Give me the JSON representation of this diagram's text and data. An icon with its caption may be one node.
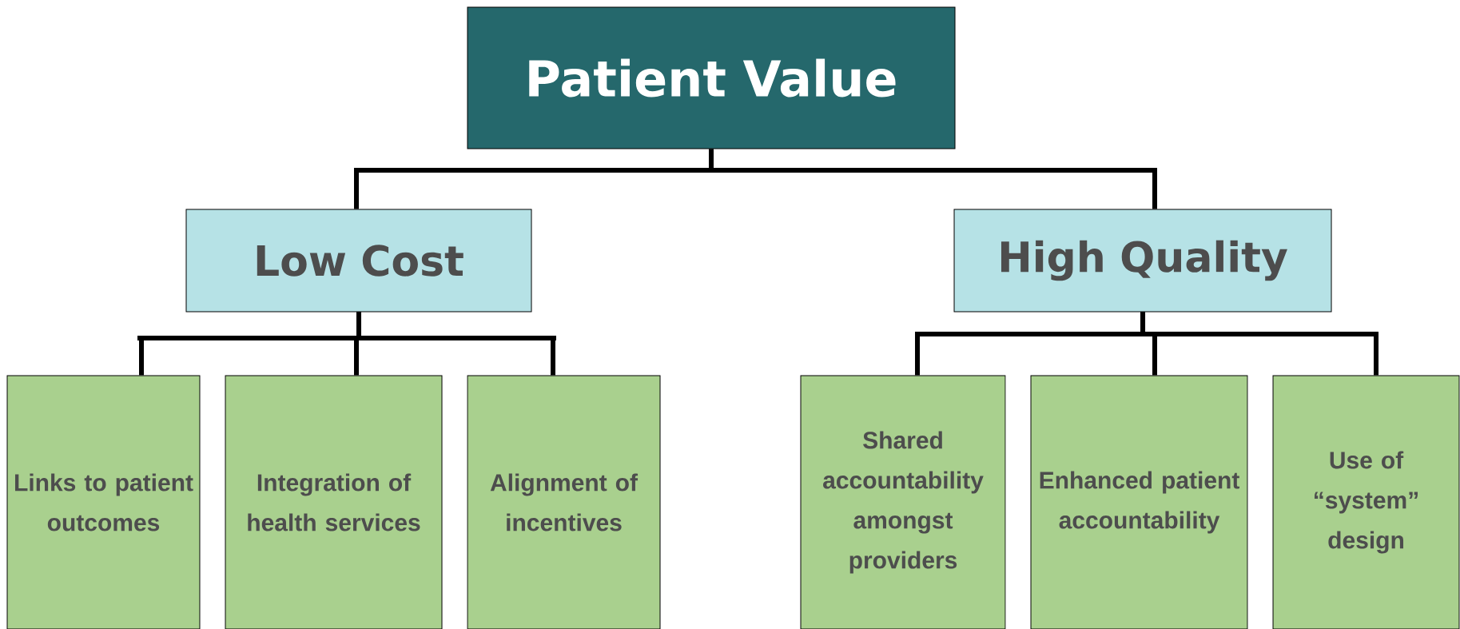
{
  "diagram": {
    "nodes": [
      {
        "text": [
          "Patient Value"
        ]
      },
      {
        "text": [
          "Low Cost"
        ]
      },
      {
        "text": [
          "High Quality"
        ]
      },
      {
        "text": [
          "Links to patient outcomes"
        ]
      },
      {
        "text": [
          "Integration of health services"
        ]
      },
      {
        "text": [
          "Alignment of incentives"
        ]
      },
      {
        "text": [
          "Shared accountability amongst providers"
        ]
      },
      {
        "text": [
          "Enhanced patient accountability"
        ]
      },
      {
        "text": [
          "Use of “system” design"
        ]
      }
    ],
    "edges": [
      {
        "from": 0,
        "to": 1,
        "arrow": "none"
      },
      {
        "from": 0,
        "to": 2,
        "arrow": "none"
      },
      {
        "from": 1,
        "to": 3,
        "arrow": "none"
      },
      {
        "from": 1,
        "to": 4,
        "arrow": "none"
      },
      {
        "from": 1,
        "to": 5,
        "arrow": "none"
      },
      {
        "from": 2,
        "to": 6,
        "arrow": "none"
      },
      {
        "from": 2,
        "to": 7,
        "arrow": "none"
      },
      {
        "from": 2,
        "to": 8,
        "arrow": "none"
      }
    ]
  }
}
